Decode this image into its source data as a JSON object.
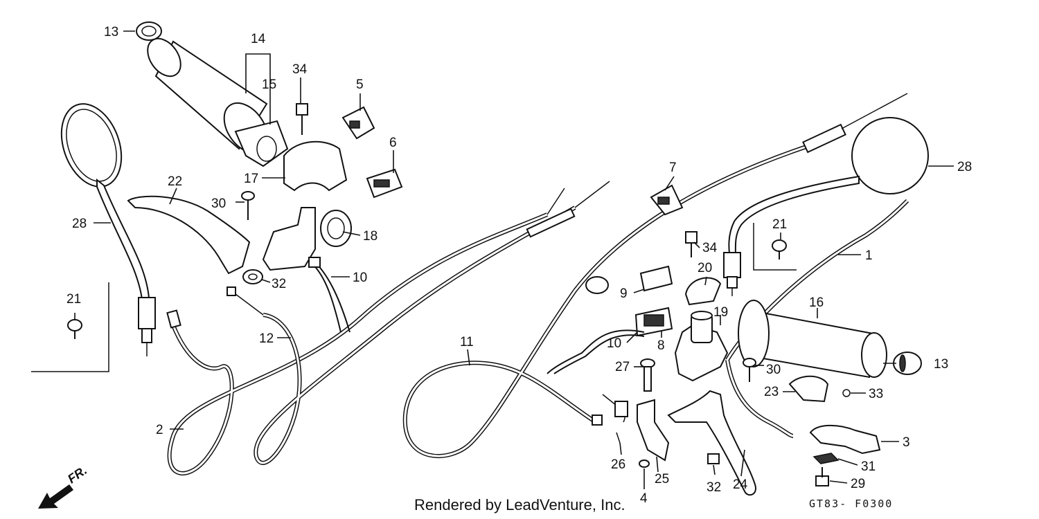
{
  "diagram": {
    "credit": "Rendered by LeadVenture, Inc.",
    "diagram_code": "GT83- F0300",
    "direction_label": "FR.",
    "callouts": {
      "c1": "1",
      "c2": "2",
      "c3": "3",
      "c4": "4",
      "c5": "5",
      "c6": "6",
      "c7": "7",
      "c8": "8",
      "c9": "9",
      "c10a": "10",
      "c10b": "10",
      "c11": "11",
      "c12": "12",
      "c13a": "13",
      "c13b": "13",
      "c14": "14",
      "c15": "15",
      "c16": "16",
      "c17": "17",
      "c18": "18",
      "c19": "19",
      "c20": "20",
      "c21a": "21",
      "c21b": "21",
      "c22": "22",
      "c23": "23",
      "c24": "24",
      "c25": "25",
      "c26": "26",
      "c27": "27",
      "c28a": "28",
      "c28b": "28",
      "c29": "29",
      "c30a": "30",
      "c30b": "30",
      "c31": "31",
      "c32a": "32",
      "c32b": "32",
      "c33": "33",
      "c34a": "34",
      "c34b": "34"
    }
  }
}
